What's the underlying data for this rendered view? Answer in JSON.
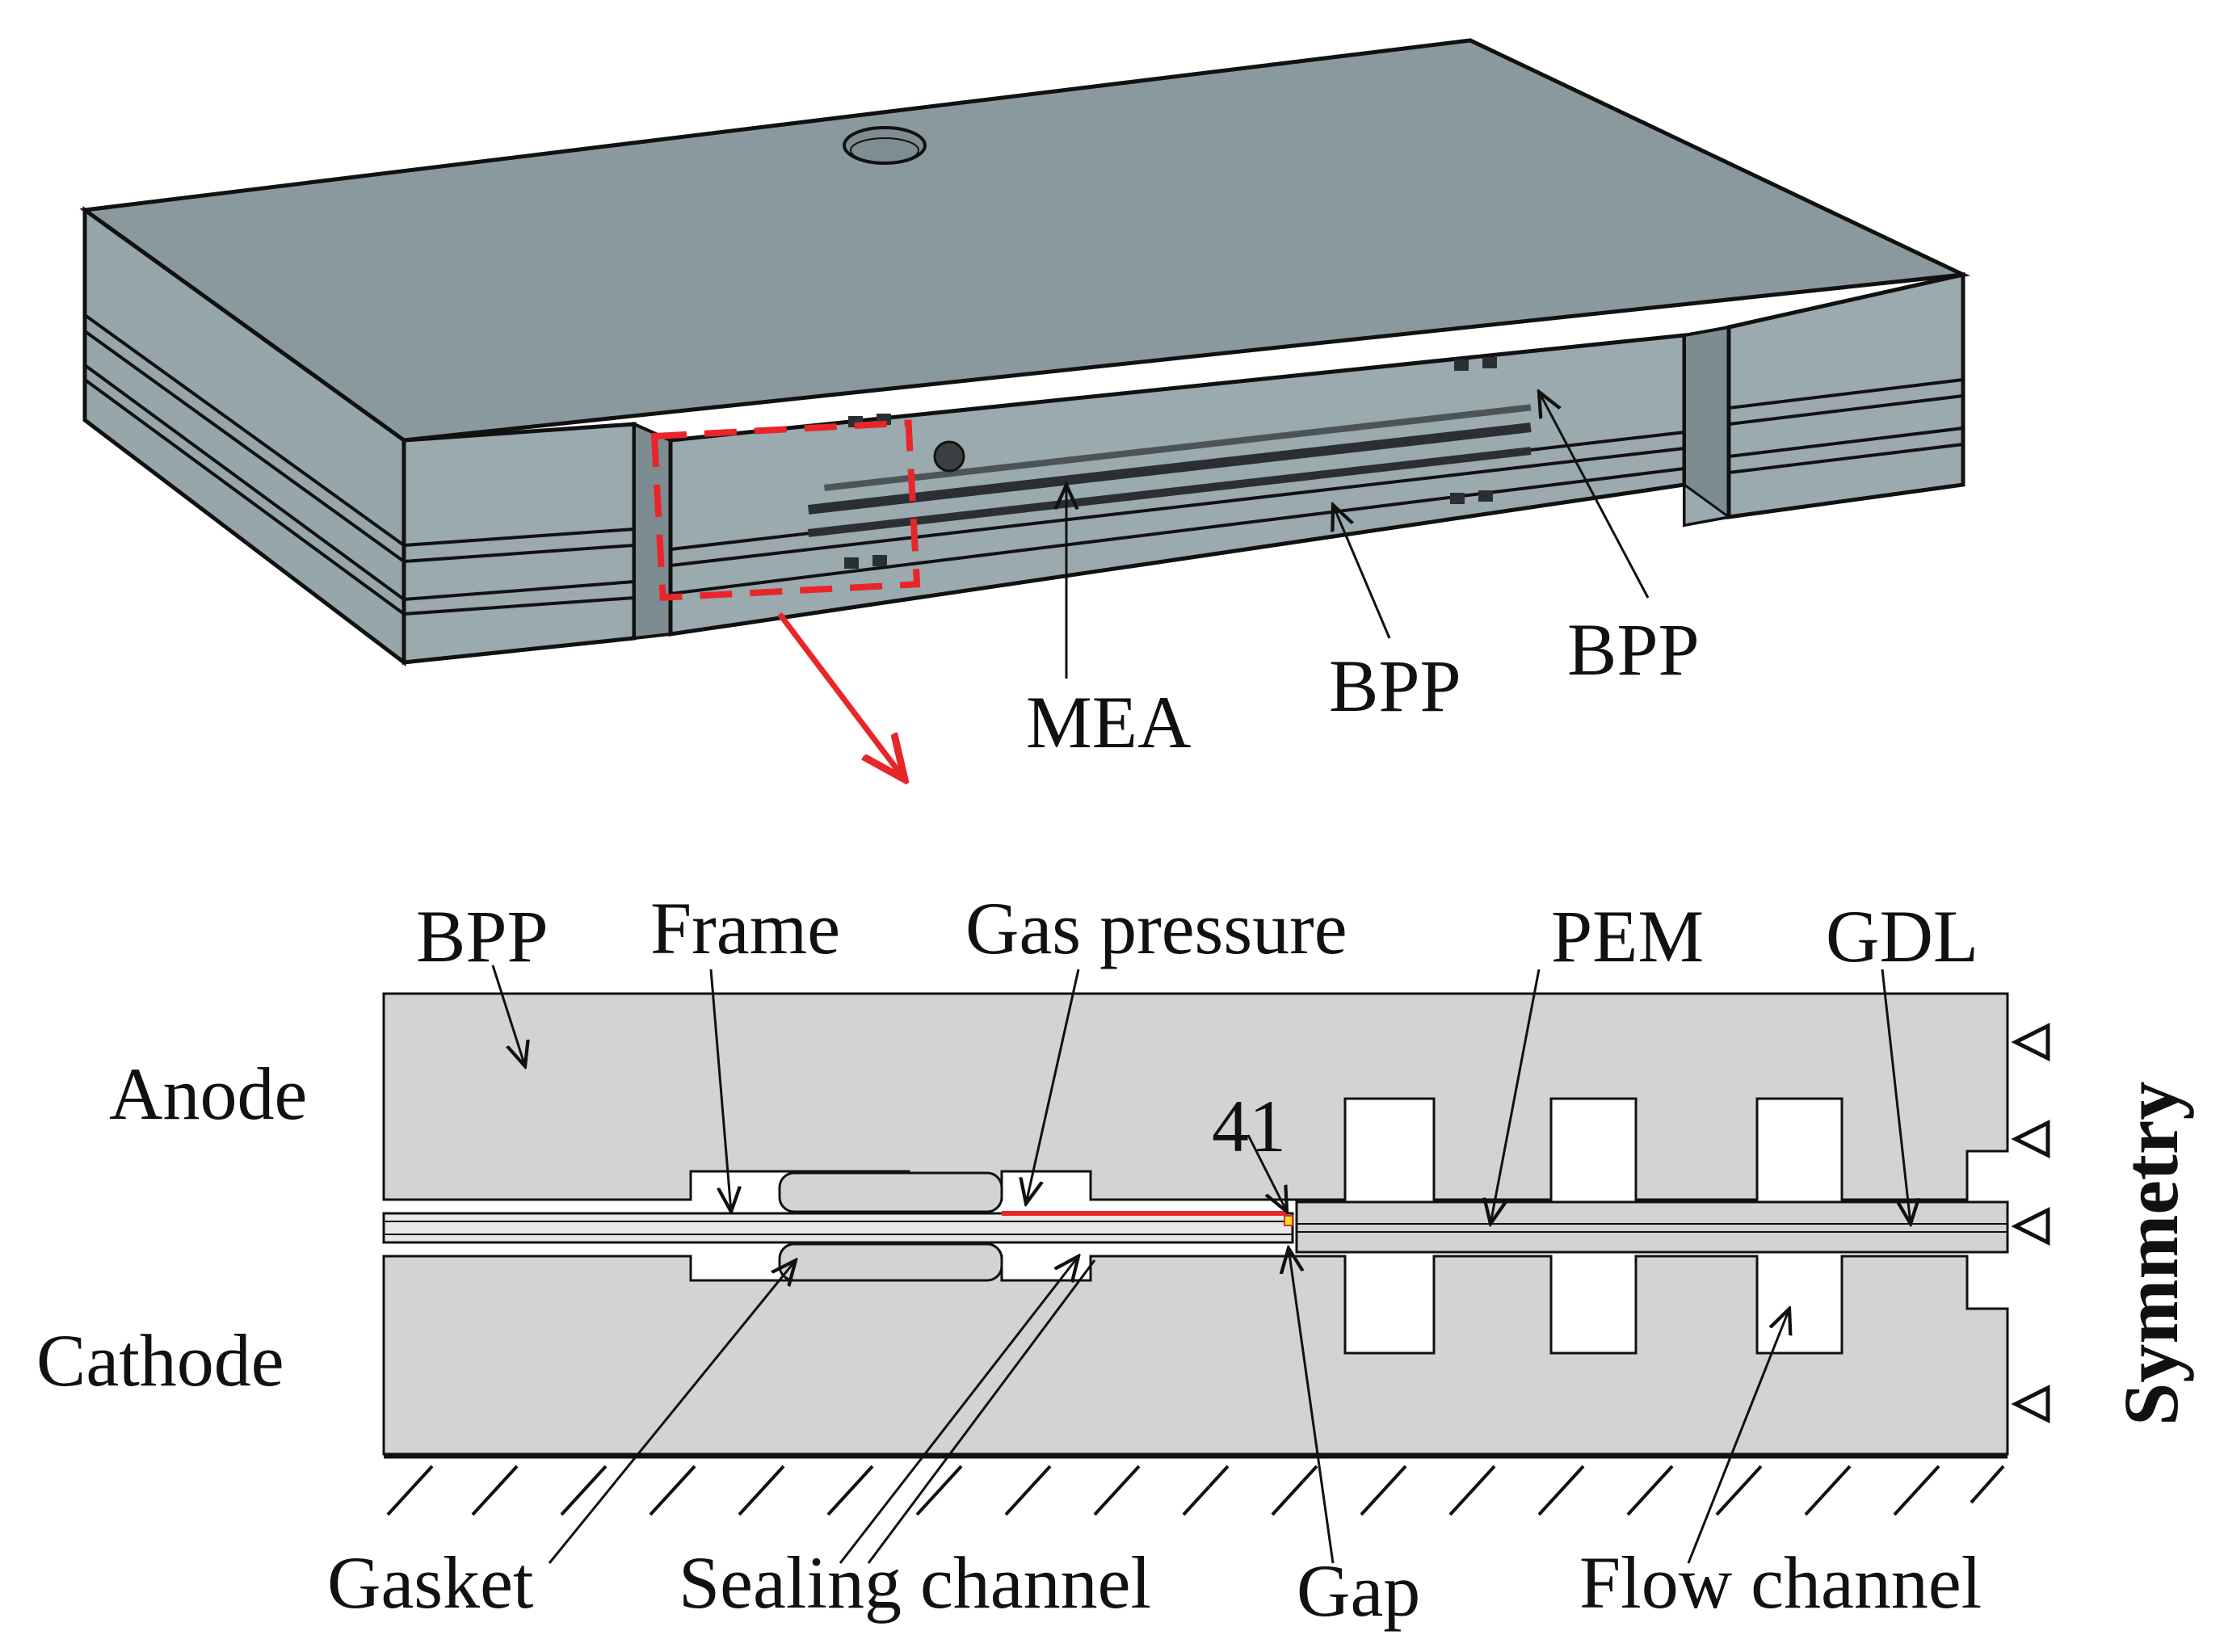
{
  "colors": {
    "stack_face": "#8f9ea3",
    "stack_top": "#88979c",
    "stack_front": "#96a5aa",
    "section_gray": "#d3d3d3",
    "callout_red": "#e8262a",
    "outline": "#111111"
  },
  "top_view": {
    "labels": {
      "mea": "MEA",
      "bpp_lower": "BPP",
      "bpp_upper": "BPP"
    }
  },
  "section_view": {
    "labels": {
      "bpp": "BPP",
      "frame": "Frame",
      "gas_pressure": "Gas pressure",
      "pem": "PEM",
      "gdl": "GDL",
      "anode": "Anode",
      "cathode": "Cathode",
      "node_number": "41",
      "symmetry": "Symmetry",
      "gasket": "Gasket",
      "sealing_channel": "Sealing channel",
      "gap": "Gap",
      "flow_channel": "Flow channel"
    }
  }
}
